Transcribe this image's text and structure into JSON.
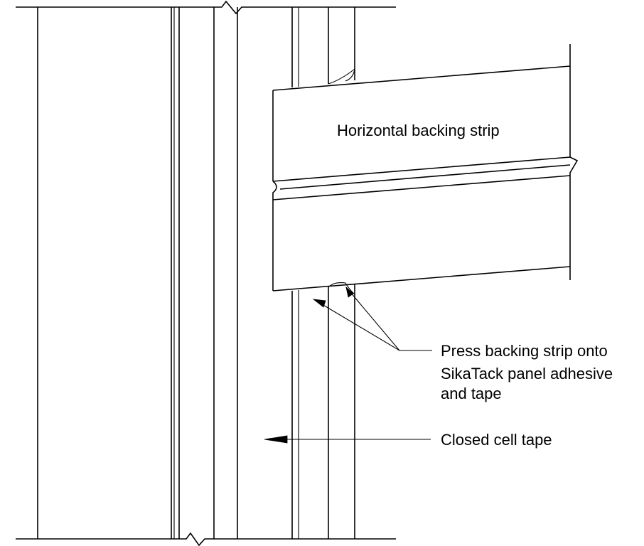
{
  "labels": {
    "strip_label": "Horizontal backing strip",
    "press_line1": "Press backing strip onto",
    "press_line2": "SikaTack panel adhesive",
    "press_line3": "and tape",
    "tape_label": "Closed cell tape"
  }
}
